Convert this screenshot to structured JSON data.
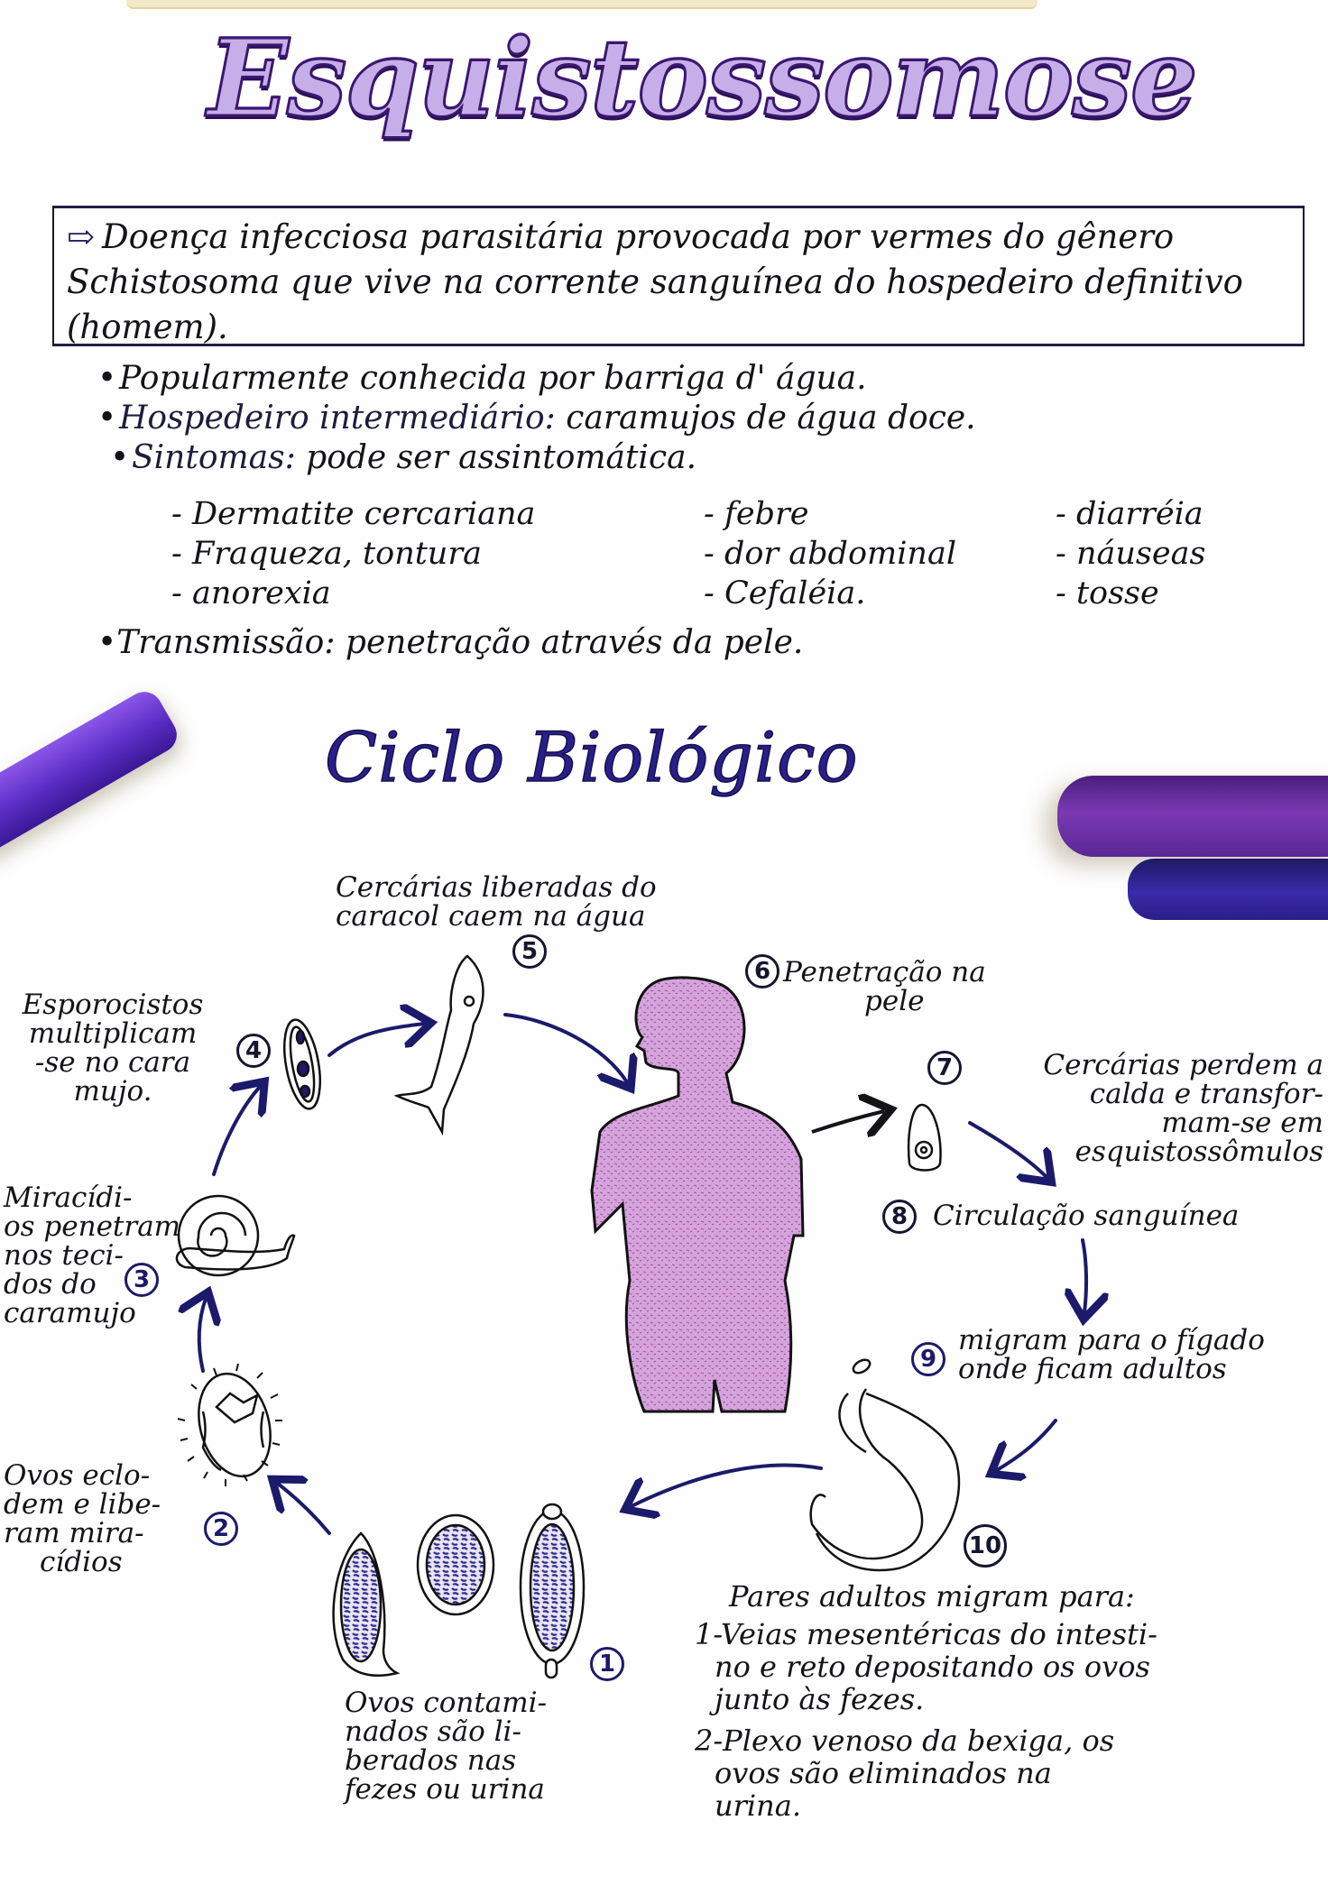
{
  "page": {
    "title": "Esquistossomose",
    "definition": "Doença infecciosa parasitária provocada por vermes do gênero Schistosoma que vive na corrente sanguínea do hospedeiro definitivo (homem).",
    "definition_icon": "arrow-right-icon"
  },
  "facts": [
    {
      "label": "Popularmente conhecida por barriga d' água.",
      "key": "",
      "value": ""
    },
    {
      "key": "Hospedeiro intermediário:",
      "value": "caramujos de água doce."
    },
    {
      "key": "Sintomas:",
      "value": "pode ser assintomática."
    }
  ],
  "symptoms": [
    "- Dermatite cercariana",
    "- febre",
    "- diarréia",
    "- Fraqueza, tontura",
    "- dor abdominal",
    "- náuseas",
    "- anorexia",
    "- Cefaléia.",
    "- tosse"
  ],
  "transmission": {
    "key": "Transmissão:",
    "value": "penetração através da pele."
  },
  "cycle": {
    "title": "Ciclo Biológico",
    "steps": [
      {
        "num": "1",
        "text": [
          "Ovos contami-",
          "nados são li-",
          "berados nas",
          "fezes ou urina"
        ]
      },
      {
        "num": "2",
        "text": [
          "Ovos eclo-",
          "dem e libe-",
          "ram mira-",
          "cídios"
        ]
      },
      {
        "num": "3",
        "text": [
          "Miracídi-",
          "os penetram",
          "nos teci-",
          "dos do",
          "caramujo"
        ]
      },
      {
        "num": "4",
        "text": [
          "Esporocistos",
          "multiplicam",
          "-se no cara",
          "mujo."
        ]
      },
      {
        "num": "5",
        "text": [
          "Cercárias liberadas do",
          "caracol caem na água"
        ]
      },
      {
        "num": "6",
        "text": [
          "Penetração na",
          "pele"
        ]
      },
      {
        "num": "7",
        "text": [
          "Cercárias perdem a",
          "calda e transfor-",
          "mam-se em",
          "esquistossômulos"
        ]
      },
      {
        "num": "8",
        "text": [
          "Circulação sanguínea"
        ]
      },
      {
        "num": "9",
        "text": [
          "migram para o fígado",
          "onde ficam adultos"
        ]
      },
      {
        "num": "10",
        "text": []
      }
    ],
    "adults": {
      "heading": "Pares adultos migram para:",
      "items": [
        [
          "1-Veias mesentéricas do intesti-",
          "no e reto depositando os ovos",
          "junto às fezes."
        ],
        [
          "2-Plexo venoso da bexiga, os",
          "ovos são eliminados na",
          "urina."
        ]
      ]
    }
  },
  "colors": {
    "title_fill": "#c6aee8",
    "title_outline": "#3a176e",
    "ink": "#141418",
    "blue_ink": "#1c1a6a",
    "body_fill": "#d9a8df",
    "egg_fill": "#2e2b8a"
  }
}
